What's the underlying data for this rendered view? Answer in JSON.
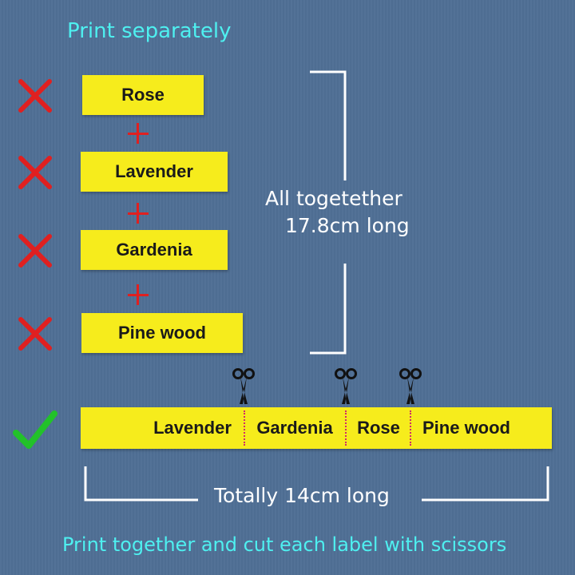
{
  "header": {
    "title": "Print separately"
  },
  "separate_labels": [
    "Rose",
    "Lavender",
    "Gardenia",
    "Pine wood"
  ],
  "brace_right": {
    "line1": "All togetether",
    "line2": "17.8cm long"
  },
  "combined_strip": {
    "segments": [
      "Lavender",
      "Gardenia",
      "Rose",
      "Pine wood"
    ]
  },
  "brace_bottom": {
    "text": "Totally 14cm long"
  },
  "footer": {
    "text": "Print together and cut each label with scissors"
  },
  "colors": {
    "label_yellow": "#f6ec1c",
    "cross_red": "#e02020",
    "check_green": "#22c22a",
    "cyan_text": "#4ef0f0",
    "background": "#4f6f95"
  },
  "icons": {
    "wrong": "cross-icon",
    "right": "checkmark-icon",
    "plus": "plus-icon",
    "cut": "scissors-icon"
  }
}
